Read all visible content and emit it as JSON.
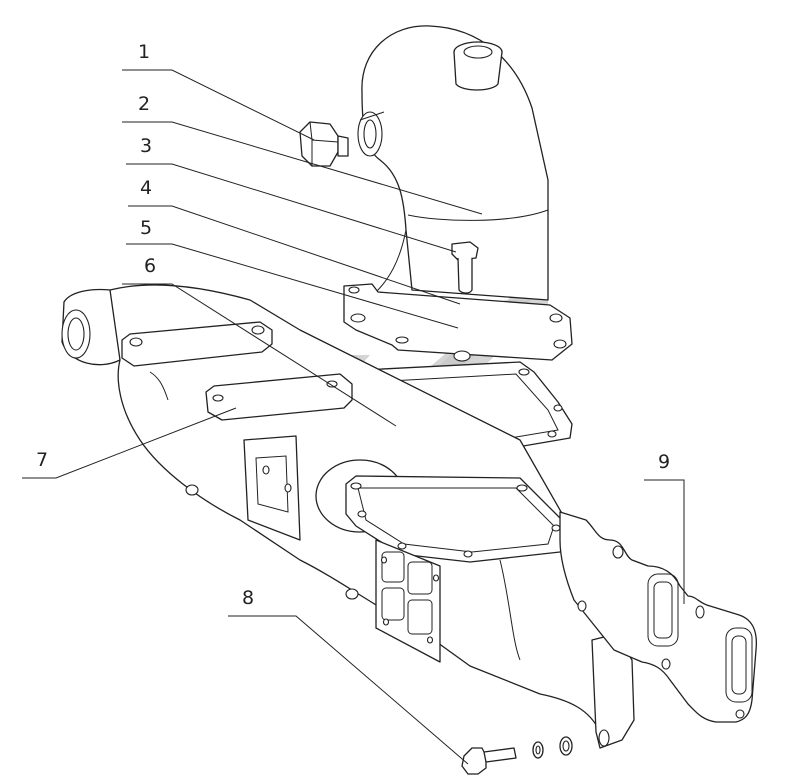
{
  "diagram": {
    "callouts": [
      {
        "id": "1",
        "label": "1"
      },
      {
        "id": "2",
        "label": "2"
      },
      {
        "id": "3",
        "label": "3"
      },
      {
        "id": "4",
        "label": "4"
      },
      {
        "id": "5",
        "label": "5"
      },
      {
        "id": "6",
        "label": "6"
      },
      {
        "id": "7",
        "label": "7"
      },
      {
        "id": "8",
        "label": "8"
      },
      {
        "id": "9",
        "label": "9"
      }
    ],
    "colors": {
      "line": "#222222",
      "background": "#ffffff",
      "watermark": "#c7c7c7"
    }
  }
}
